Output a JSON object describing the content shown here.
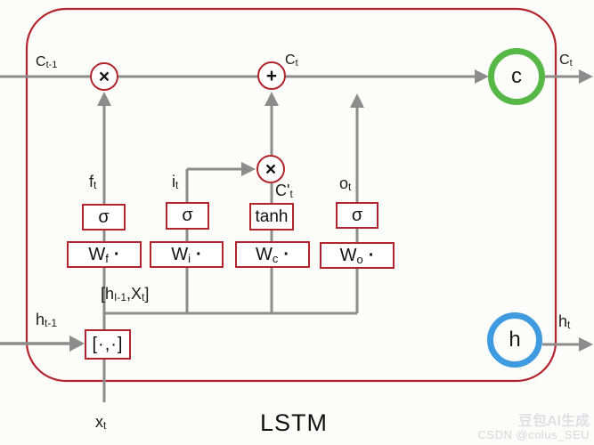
{
  "diagram": {
    "title": "LSTM"
  },
  "colors": {
    "border_red": "#b2252c",
    "line_gray": "#8c8c8c",
    "cell_green": "#57b847",
    "hidden_blue": "#3f9be0"
  },
  "ops": {
    "multiply_forget": "×",
    "add": "+",
    "multiply_input": "×"
  },
  "states": {
    "cell": "c",
    "hidden": "h"
  },
  "gates": {
    "sigma_f": "σ",
    "sigma_i": "σ",
    "tanh": "tanh",
    "sigma_o": "σ",
    "wf": {
      "base": "W",
      "sub": "f",
      "dot": "·"
    },
    "wi": {
      "base": "W",
      "sub": "i",
      "dot": "·"
    },
    "wc": {
      "base": "W",
      "sub": "c",
      "dot": "·"
    },
    "wo": {
      "base": "W",
      "sub": "o",
      "dot": "·"
    }
  },
  "concat": {
    "text": "[·,·]"
  },
  "labels": {
    "c_prev": {
      "base": "C",
      "sub": "t-1"
    },
    "c_mid": {
      "base": "C",
      "sub": "t"
    },
    "c_out": {
      "base": "C",
      "sub": "t"
    },
    "f_t": {
      "base": "f",
      "sub": "t"
    },
    "i_t": {
      "base": "i",
      "sub": "t"
    },
    "c_cand": {
      "base": "C'",
      "sub": "t"
    },
    "o_t": {
      "base": "o",
      "sub": "t"
    },
    "concat_vec": {
      "p1": "[h",
      "s1": "I-1",
      "p2": ",X",
      "s2": "t",
      "p3": "]"
    },
    "h_prev": {
      "base": "h",
      "sub": "t-1"
    },
    "h_out": {
      "base": "h",
      "sub": "t"
    },
    "x_in": {
      "base": "x",
      "sub": "t"
    }
  },
  "watermark": {
    "line1": "豆包AI生成",
    "line2": "CSDN @colus_SEU"
  }
}
